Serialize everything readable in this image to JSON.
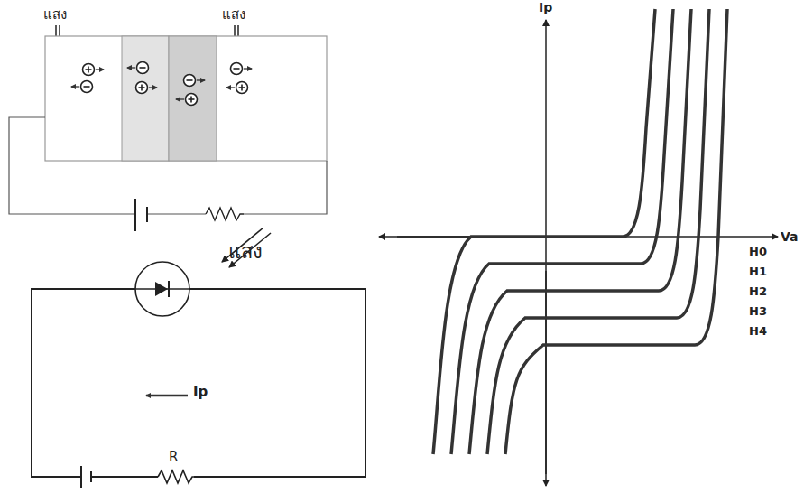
{
  "diagram": {
    "labels": [
      "แสง",
      "แสง",
      "แสง",
      "Ip",
      "R",
      "Ip",
      "Va",
      "H0",
      "H1",
      "H2",
      "H3",
      "H4"
    ]
  }
}
